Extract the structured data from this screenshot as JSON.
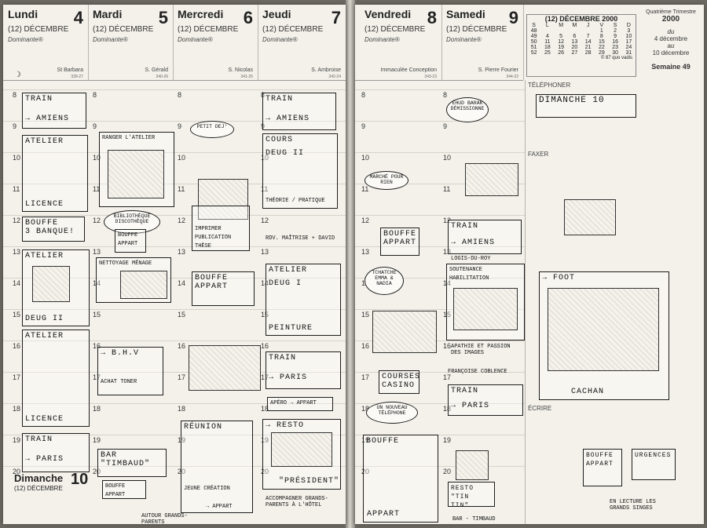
{
  "days": [
    {
      "name": "Lundi",
      "num": "4",
      "month": "(12) DÉCEMBRE",
      "dominante": "Dominante®",
      "saint": "St Barbara",
      "frac": "339-27"
    },
    {
      "name": "Mardi",
      "num": "5",
      "month": "(12) DÉCEMBRE",
      "dominante": "Dominante®",
      "saint": "S. Gérald",
      "frac": "340-26"
    },
    {
      "name": "Mercredi",
      "num": "6",
      "month": "(12) DÉCEMBRE",
      "dominante": "Dominante®",
      "saint": "S. Nicolas",
      "frac": "341-25"
    },
    {
      "name": "Jeudi",
      "num": "7",
      "month": "(12) DÉCEMBRE",
      "dominante": "Dominante®",
      "saint": "S. Ambroise",
      "frac": "342-24"
    },
    {
      "name": "Vendredi",
      "num": "8",
      "month": "(12) DÉCEMBRE",
      "dominante": "Dominante®",
      "saint": "Immaculée Conception",
      "frac": "343-23"
    },
    {
      "name": "Samedi",
      "num": "9",
      "month": "(12) DÉCEMBRE",
      "dominante": "Dominante®",
      "saint": "S. Pierre Fourier",
      "frac": "344-22"
    }
  ],
  "hours": [
    "8",
    "9",
    "10",
    "11",
    "12",
    "13",
    "14",
    "15",
    "16",
    "17",
    "18",
    "19",
    "20"
  ],
  "sunday": {
    "name": "Dimanche",
    "num": "10",
    "month": "(12) DÉCEMBRE"
  },
  "minical": {
    "title": "(12) DÉCEMBRE 2000",
    "header": [
      "S",
      "L",
      "M",
      "M",
      "J",
      "V",
      "S",
      "D"
    ],
    "rows": [
      [
        "48",
        "",
        "",
        "",
        "",
        "1",
        "2",
        "3"
      ],
      [
        "49",
        "4",
        "5",
        "6",
        "7",
        "8",
        "9",
        "10"
      ],
      [
        "50",
        "11",
        "12",
        "13",
        "14",
        "15",
        "16",
        "17"
      ],
      [
        "51",
        "18",
        "19",
        "20",
        "21",
        "22",
        "23",
        "24"
      ],
      [
        "52",
        "25",
        "26",
        "27",
        "28",
        "29",
        "30",
        "31"
      ]
    ],
    "footnote": "© 87 quo vadis"
  },
  "quarter": {
    "label": "Quatrième Trimestre",
    "year": "2000",
    "range_du": "du",
    "from": "4 décembre",
    "range_au": "au",
    "to": "10 décembre",
    "week": "Semaine 49"
  },
  "sections": {
    "telephone": "TÉLÉPHONER",
    "fax": "FAXER",
    "write": "ÉCRIRE"
  },
  "entries": {
    "lundi": {
      "train": "TRAIN",
      "amiens": "→ AMIENS",
      "atelier1": "ATELIER",
      "licence1": "LICENCE",
      "bouffe": "BOUFFE",
      "banquet": "3 BANQUE!",
      "atelier2": "ATELIER",
      "deug2": "DEUG II",
      "atelier3": "ATELIER",
      "licence2": "LICENCE",
      "train2": "TRAIN",
      "paris": "→ PARIS"
    },
    "mardi": {
      "ranger": "RANGER L'ATELIER",
      "biblio": "BIBLIOTHÈQUE DISCOTHÈQUE",
      "bouffe": "BOUFFE APPART",
      "nettoyage": "NETTOYAGE MÉNAGE",
      "bhv": "→ B.H.V",
      "achat": "ACHAT TONER",
      "bar": "BAR \"TIMBAUD\"",
      "bouffe2": "BOUFFE APPART",
      "grands_parents": "AUTOUR GRANDS-PARENTS"
    },
    "mercredi": {
      "petit_dej": "PETIT DEJ'",
      "imprimer": "IMPRIMER PUBLICATION THÈSE",
      "bouffe": "BOUFFE APPART",
      "reunion": "RÉUNION",
      "jeune": "JEUNE CRÉATION",
      "appart": "→ APPART"
    },
    "jeudi": {
      "train": "TRAIN",
      "amiens": "→ AMIENS",
      "cours": "COURS",
      "deug2": "DEUG II",
      "theorie": "THÉORIE / PRATIQUE",
      "rdv": "RDV. MAÎTRISE + DAVID",
      "atelier": "ATELIER",
      "deug1": "DEUG I",
      "peinture": "PEINTURE",
      "train2": "TRAIN",
      "paris": "→ PARIS",
      "apero": "APÉRO → APPART",
      "resto": "→ RESTO",
      "president": "\"PRÉSIDENT\"",
      "accompagner": "ACCOMPAGNER GRANDS-PARENTS À L'HÔTEL"
    },
    "vendredi": {
      "marche": "MARCHÉ POUR RIEN",
      "bouffe": "BOUFFE APPART",
      "tchatche": "TCHATCHE EMMA & NADIA",
      "courses": "COURSES CASINO",
      "telephone": "UN NOUVEAU TÉLÉPHONE",
      "bouffe2": "BOUFFE",
      "appart": "APPART"
    },
    "samedi": {
      "ehud": "EHUD BARAK DÉMISSIONNE",
      "train": "TRAIN",
      "amiens": "→ AMIENS",
      "logis": "LOGIS-DU-ROY",
      "soutenance": "SOUTENANCE HABILITATION",
      "apathie": "APATHIE ET PASSION DES IMAGES",
      "coblence": "FRANÇOISE COBLENCE",
      "train2": "TRAIN",
      "paris": "→ PARIS",
      "resto": "RESTO \"TIN TIN\"",
      "bar": "BAR - TIMBAUD"
    },
    "dimanche": {
      "title": "DIMANCHE 10",
      "foot": "→ FOOT",
      "cachan": "CACHAN",
      "bouffe": "BOUFFE APPART",
      "urgences": "URGENCES",
      "lecture": "EN LECTURE LES GRANDS SINGES"
    }
  }
}
